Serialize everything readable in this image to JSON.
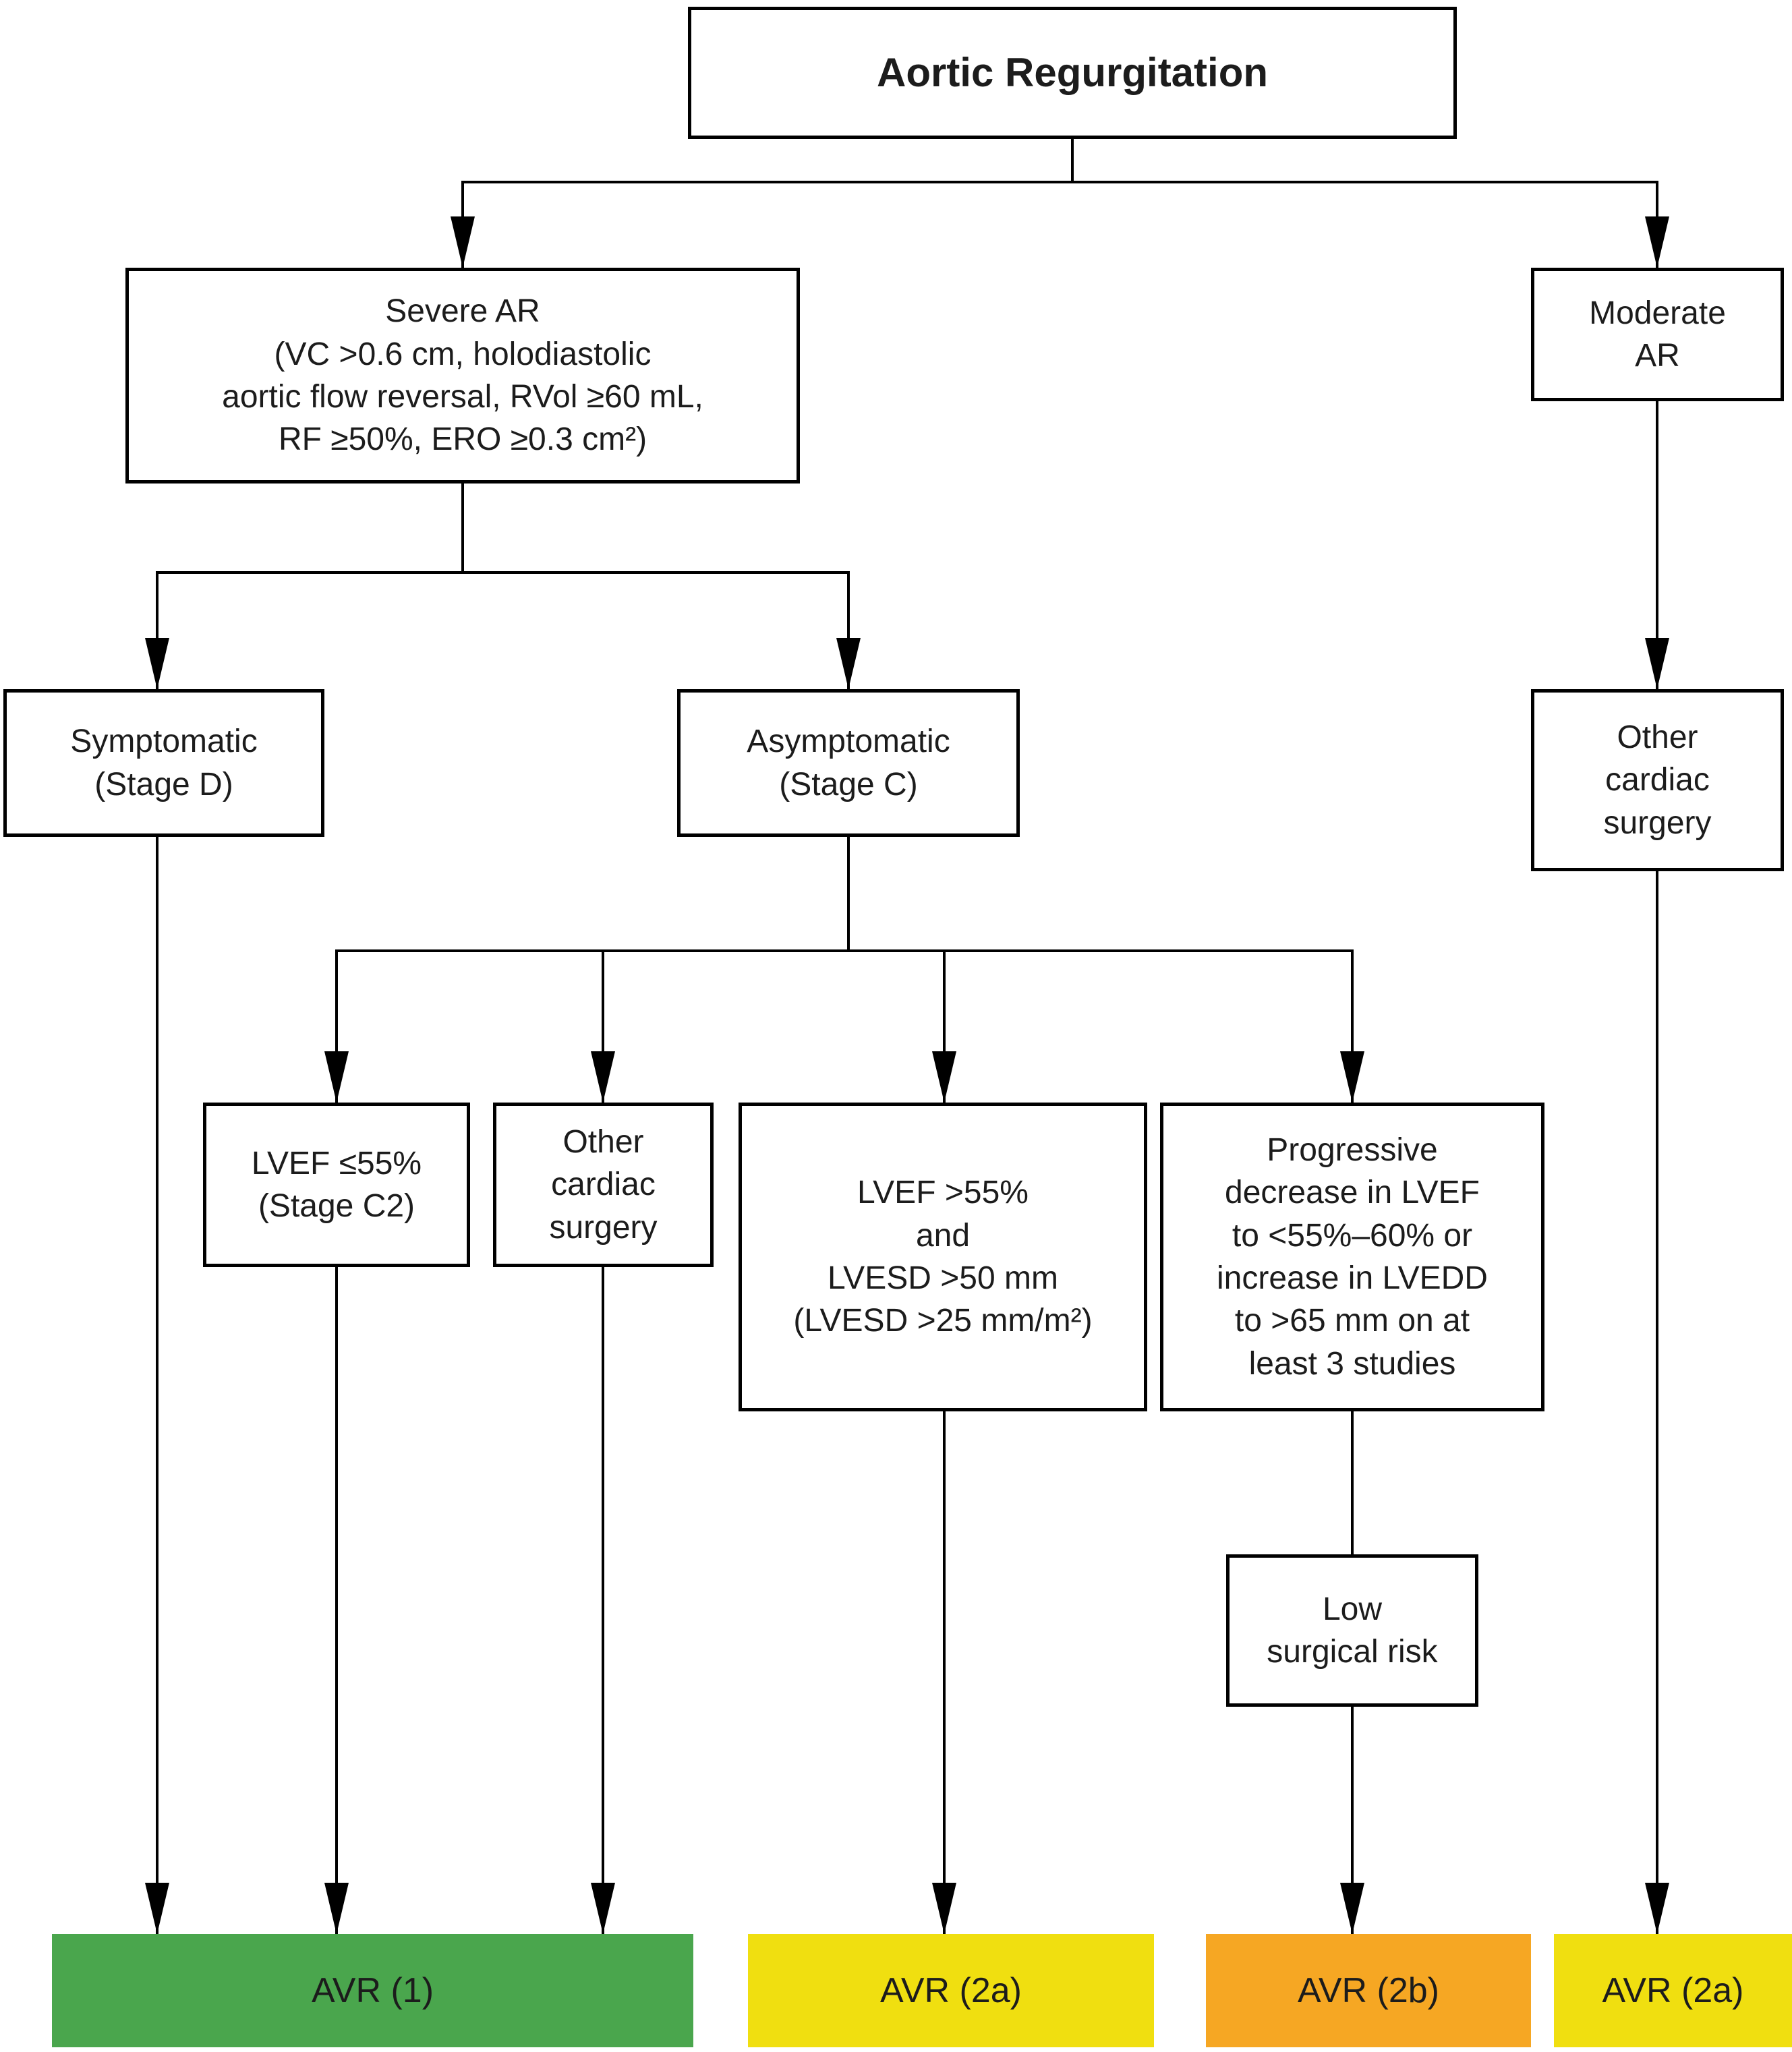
{
  "title": "Aortic Regurgitation",
  "nodes": {
    "severe_ar": {
      "label": "Severe AR\n(VC >0.6 cm, holodiastolic\naortic flow reversal, RVol ≥60 mL,\nRF ≥50%, ERO ≥0.3 cm²)"
    },
    "moderate_ar": {
      "label": "Moderate\nAR"
    },
    "symptomatic": {
      "label": "Symptomatic\n(Stage D)"
    },
    "asymptomatic": {
      "label": "Asymptomatic\n(Stage C)"
    },
    "other_cardiac_surgery_right": {
      "label": "Other\ncardiac\nsurgery"
    },
    "lvef_le_55": {
      "label": "LVEF ≤55%\n(Stage C2)"
    },
    "other_cardiac_surgery_mid": {
      "label": "Other\ncardiac\nsurgery"
    },
    "lvef_gt_55": {
      "label": "LVEF >55%\nand\nLVESD >50 mm\n(LVESD >25 mm/m²)"
    },
    "progressive_decrease": {
      "label": "Progressive\ndecrease in LVEF\nto <55%–60% or\nincrease in LVEDD\nto >65 mm on at\nleast 3 studies"
    },
    "low_surgical_risk": {
      "label": "Low\nsurgical risk"
    }
  },
  "outcomes": {
    "avr_1": {
      "label": "AVR (1)",
      "color": "#4aa64d"
    },
    "avr_2a_left": {
      "label": "AVR (2a)",
      "color": "#f0df10"
    },
    "avr_2b": {
      "label": "AVR (2b)",
      "color": "#f6a723"
    },
    "avr_2a_right": {
      "label": "AVR (2a)",
      "color": "#f0df10"
    }
  },
  "colors": {
    "line": "#000000",
    "box_border": "#000000",
    "text": "#1c1c1c",
    "background": "#ffffff"
  }
}
